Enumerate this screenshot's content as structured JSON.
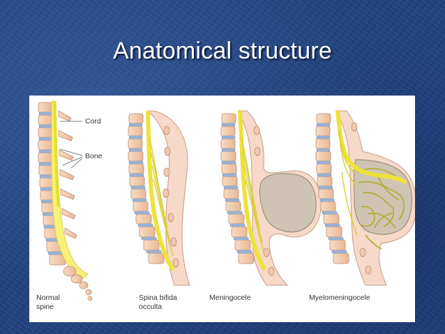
{
  "slide": {
    "title": "Anatomical structure"
  },
  "figure": {
    "callouts": {
      "cord": "Cord",
      "bone": "Bone"
    },
    "captions": [
      "Normal\nspine",
      "Spina bifida\nocculta",
      "Meningocele",
      "Myelomeningocele"
    ]
  },
  "colors": {
    "background": "#23437f",
    "cord": "#f5f03c",
    "bone": "#f4d2b4",
    "disc": "#9db3d6",
    "skin": "#f6d9c8",
    "sac": "#cfc4b4"
  }
}
